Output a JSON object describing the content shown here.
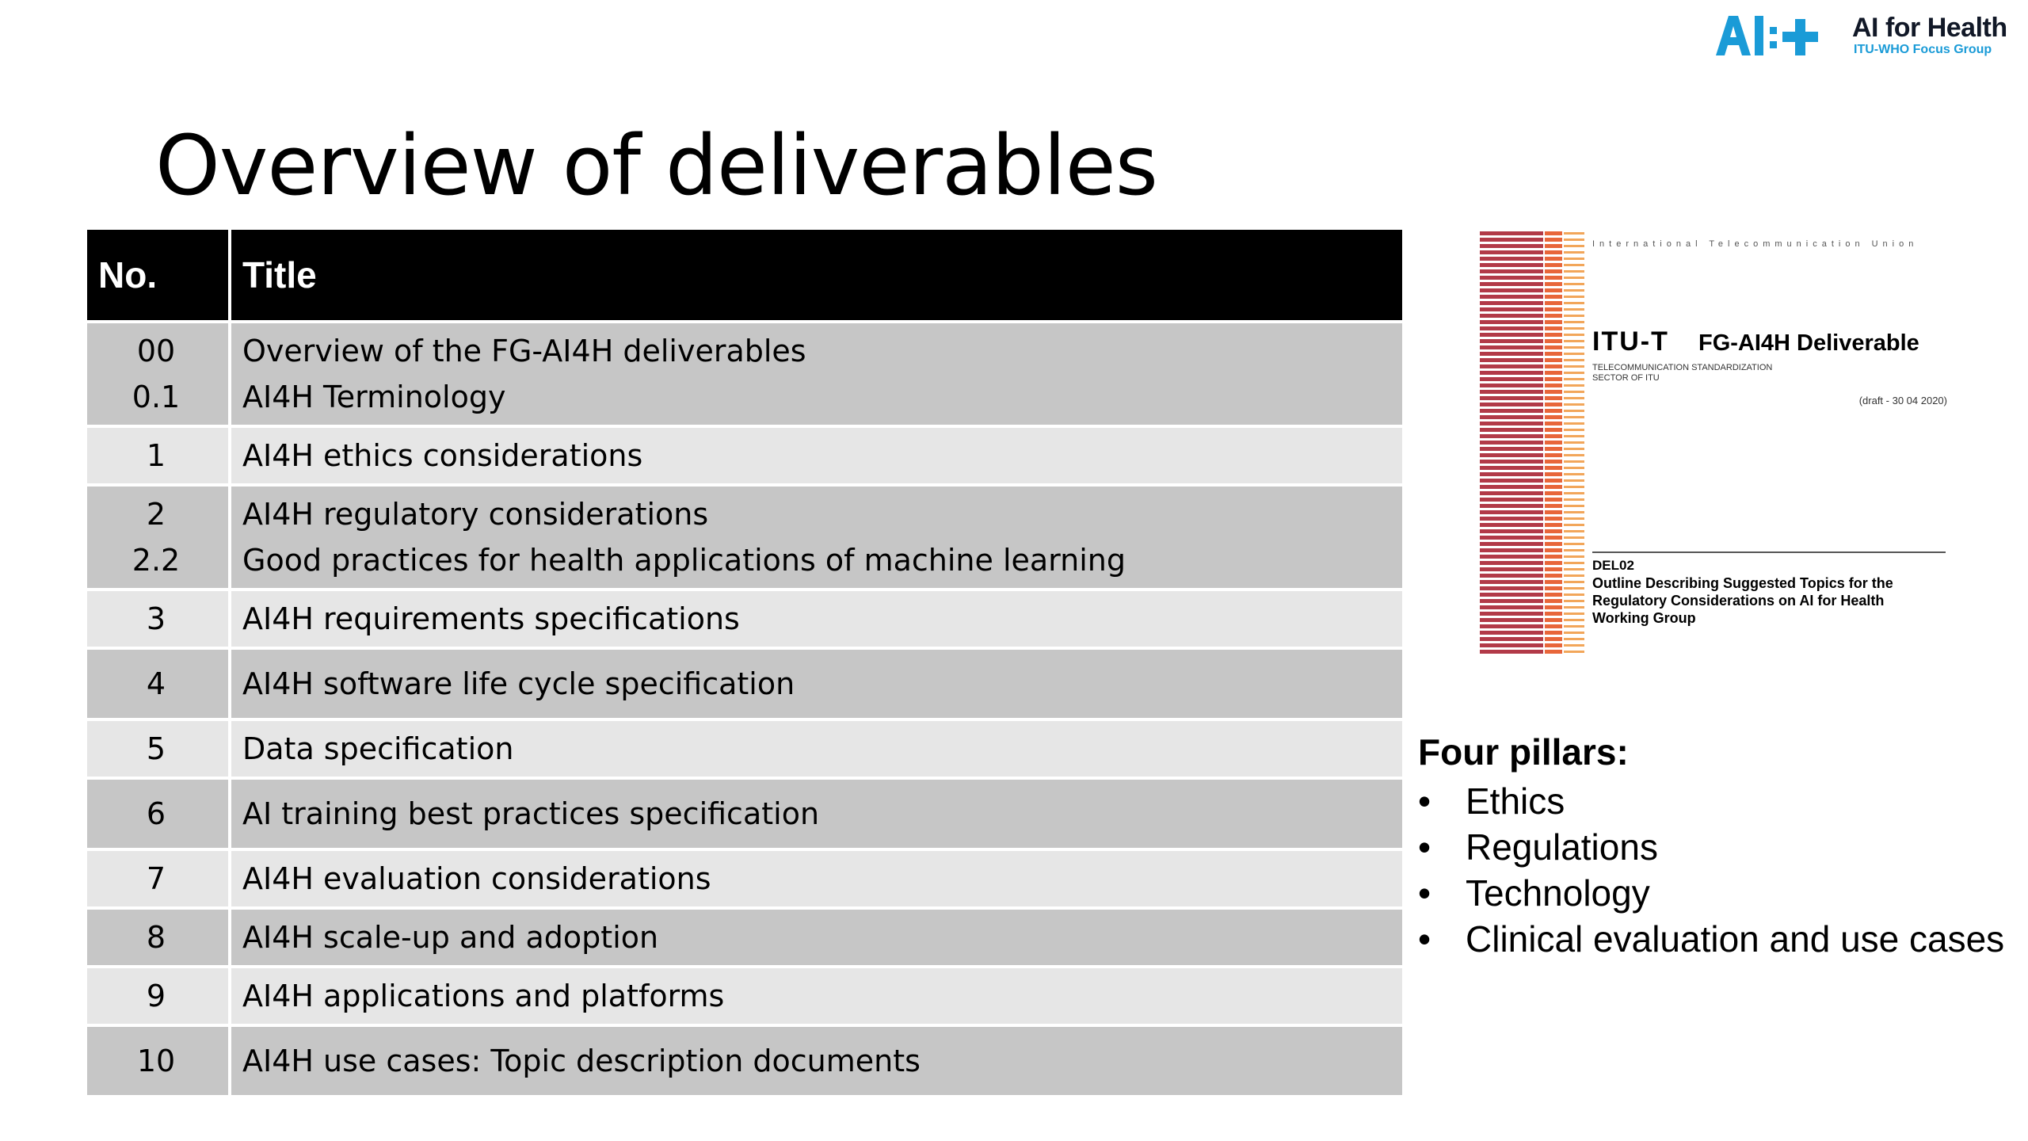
{
  "logo": {
    "mark": "AI:+",
    "title": "AI for Health",
    "subtitle": "ITU-WHO Focus Group",
    "colors": {
      "mark": "#1a9bd7",
      "title": "#111827"
    }
  },
  "slide": {
    "title": "Overview of deliverables"
  },
  "table": {
    "headers": {
      "no": "No.",
      "title": "Title"
    },
    "rows": [
      {
        "no": [
          "00",
          "0.1"
        ],
        "title": [
          "Overview of the FG-AI4H deliverables",
          "AI4H Terminology"
        ],
        "shade": "dark"
      },
      {
        "no": [
          "1"
        ],
        "title": [
          "AI4H ethics considerations"
        ],
        "shade": "light"
      },
      {
        "no": [
          "2",
          "2.2"
        ],
        "title": [
          "AI4H regulatory considerations",
          "Good practices for health applications of machine learning"
        ],
        "shade": "dark"
      },
      {
        "no": [
          "3"
        ],
        "title": [
          "AI4H requirements specifications"
        ],
        "shade": "light"
      },
      {
        "no": [
          "4"
        ],
        "title": [
          "AI4H software life cycle specification"
        ],
        "shade": "dark"
      },
      {
        "no": [
          "5"
        ],
        "title": [
          "Data specification"
        ],
        "shade": "light"
      },
      {
        "no": [
          "6"
        ],
        "title": [
          "AI training best practices specification"
        ],
        "shade": "dark"
      },
      {
        "no": [
          "7"
        ],
        "title": [
          "AI4H evaluation considerations"
        ],
        "shade": "light"
      },
      {
        "no": [
          "8"
        ],
        "title": [
          "AI4H scale-up and adoption"
        ],
        "shade": "dark"
      },
      {
        "no": [
          "9"
        ],
        "title": [
          "AI4H applications and platforms"
        ],
        "shade": "light"
      },
      {
        "no": [
          "10"
        ],
        "title": [
          "AI4H use cases: Topic description documents"
        ],
        "shade": "dark"
      }
    ],
    "colors": {
      "header_bg": "#000000",
      "dark_row": "#c6c6c6",
      "light_row": "#e6e6e6"
    }
  },
  "document_cover": {
    "org_line": "International Telecommunication Union",
    "itu_t": "ITU-T",
    "deliverable": "FG-AI4H Deliverable",
    "sector": "TELECOMMUNICATION STANDARDIZATION SECTOR OF ITU",
    "draft": "(draft - 30 04 2020)",
    "code": "DEL02",
    "description": "Outline Describing Suggested Topics for the Regulatory Considerations on AI for Health Working Group",
    "stripe_colors": [
      "#b23a48",
      "#e8663a",
      "#f2a65a"
    ]
  },
  "pillars": {
    "heading": "Four pillars:",
    "bullet": "•",
    "items": [
      "Ethics",
      "Regulations",
      "Technology",
      "Clinical evaluation and use cases"
    ]
  }
}
